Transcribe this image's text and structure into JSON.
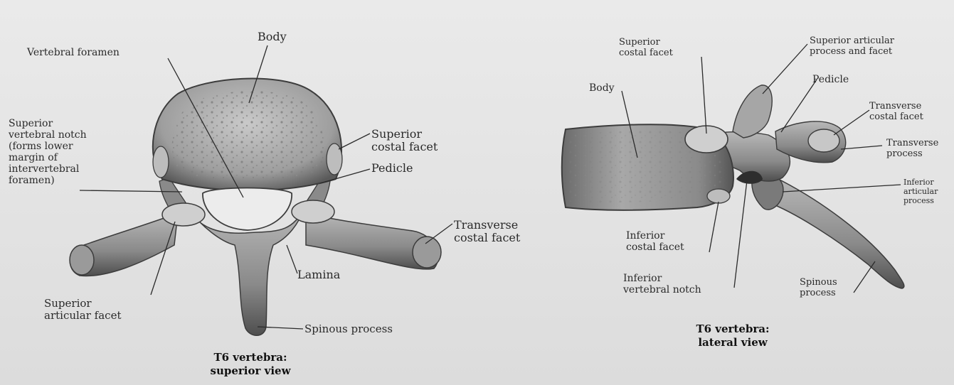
{
  "superior_view": {
    "caption": "T6 vertebra:\nsuperior view",
    "labels": {
      "body": "Body",
      "vertebral_foramen": "Vertebral foramen",
      "superior_vertebral_notch": "Superior\nvertebral notch\n(forms lower\nmargin of\nintervertebral\nforamen)",
      "superior_costal_facet": "Superior\ncostal facet",
      "pedicle": "Pedicle",
      "transverse_costal_facet": "Transverse\ncostal facet",
      "lamina": "Lamina",
      "superior_articular_facet": "Superior\narticular facet",
      "spinous_process": "Spinous process"
    }
  },
  "lateral_view": {
    "caption": "T6 vertebra:\nlateral view",
    "labels": {
      "superior_costal_facet": "Superior\ncostal facet",
      "superior_articular_process": "Superior articular\nprocess and facet",
      "body": "Body",
      "pedicle": "Pedicle",
      "transverse_costal_facet": "Transverse\ncostal facet",
      "transverse_process": "Transverse\nprocess",
      "inferior_articular_process": "Inferior\narticular\nprocess",
      "inferior_costal_facet": "Inferior\ncostal facet",
      "inferior_vertebral_notch": "Inferior\nvertebral notch",
      "spinous_process": "Spinous\nprocess"
    }
  },
  "colors": {
    "background": "#e4e4e4",
    "bone_light": "#bdbdbd",
    "bone_mid": "#8e8e8e",
    "bone_dark": "#4a4a4a",
    "text": "#2a2a2a"
  }
}
